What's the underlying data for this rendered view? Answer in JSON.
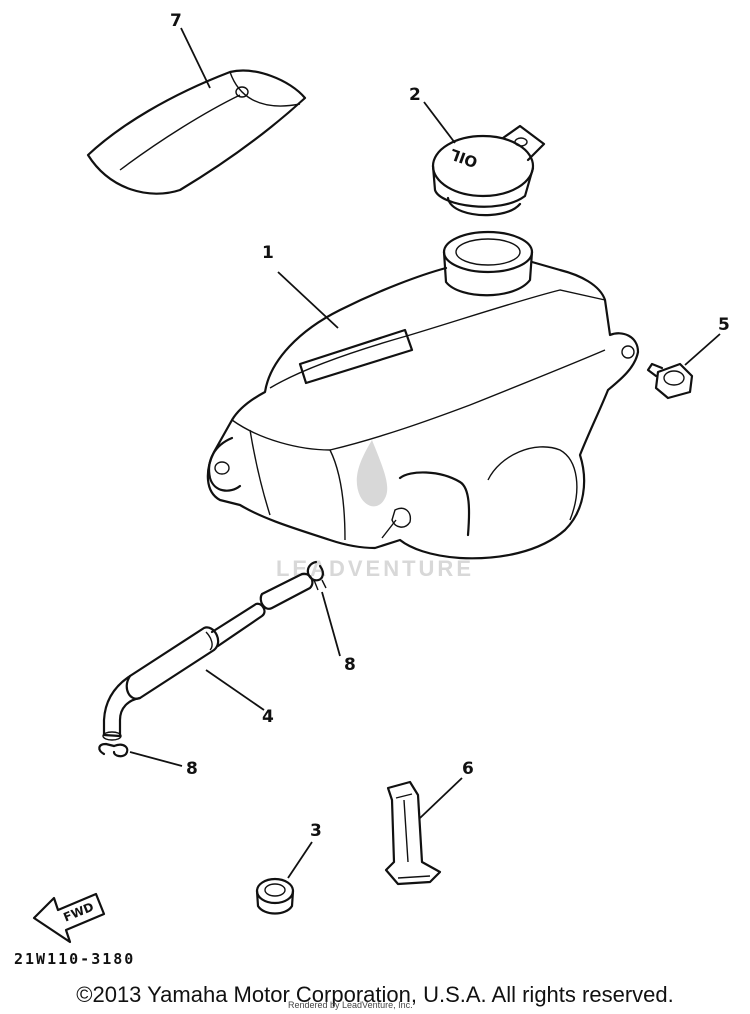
{
  "callouts": {
    "p1": "1",
    "p2": "2",
    "p3": "3",
    "p4": "4",
    "p5": "5",
    "p6": "6",
    "p7": "7",
    "p8a": "8",
    "p8b": "8"
  },
  "cap_text": "OIL",
  "fwd_text": "FWD",
  "watermark": "LEADVENTURE",
  "figure_code": "21W110-3180",
  "copyright": "©2013 Yamaha Motor Corporation, U.S.A. All rights reserved.",
  "rendered_by": "Rendered by LeadVenture, Inc."
}
